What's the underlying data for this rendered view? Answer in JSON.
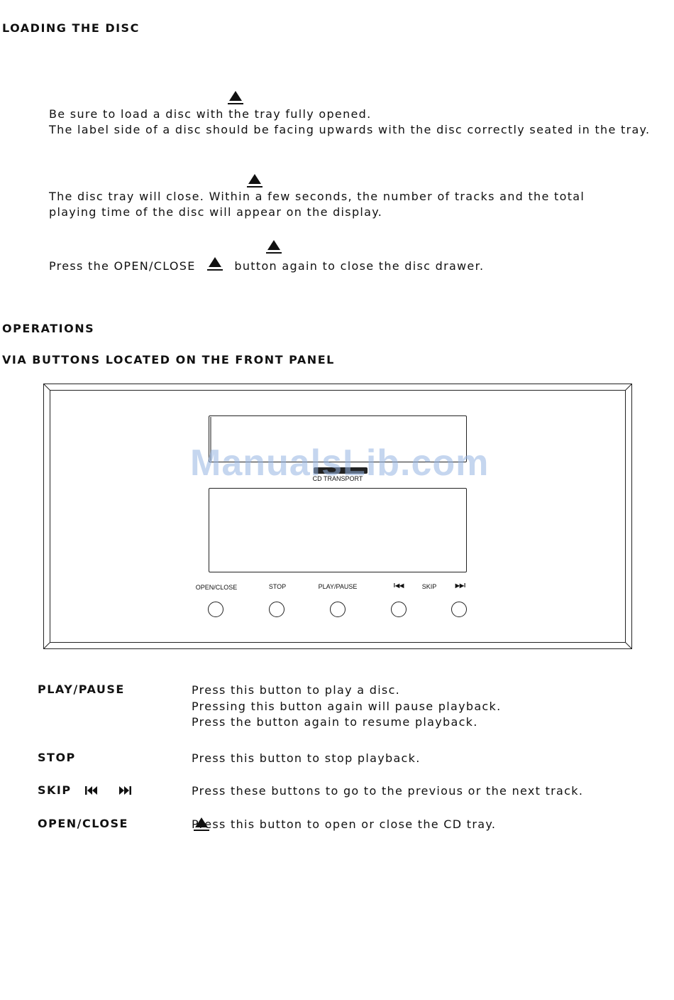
{
  "loading": {
    "heading": "LOADING THE DISC",
    "step1_line1": "Be sure to load a disc with the tray fully opened.",
    "step1_line2": "The label side of a disc should be facing upwards with the disc correctly seated in the tray.",
    "step2": "The disc tray will close. Within a few seconds, the number of tracks and the total playing time of the disc will appear on the display.",
    "step3_before": "Press the OPEN/CLOSE",
    "step3_after": "button again to close the disc drawer."
  },
  "operations": {
    "heading": "OPERATIONS",
    "subheading": "VIA BUTTONS LOCATED ON THE FRONT PANEL"
  },
  "panel": {
    "brand_sub": "CD TRANSPORT",
    "buttons": [
      {
        "label": "OPEN/CLOSE"
      },
      {
        "label": "STOP"
      },
      {
        "label": "PLAY/PAUSE"
      },
      {
        "label": "I◀◀"
      },
      {
        "label": "SKIP"
      },
      {
        "label": "▶▶I"
      }
    ]
  },
  "watermark": "ManualsLib.com",
  "controls": [
    {
      "term": "PLAY/PAUSE",
      "lines": [
        "Press this button to play a disc.",
        "Pressing this button again will pause playback.",
        "Press the button again to resume playback."
      ]
    },
    {
      "term": "STOP",
      "lines": [
        "Press this button to stop playback."
      ]
    },
    {
      "term": "SKIP",
      "lines": [
        "Press these buttons to go to the previous or the next track."
      ]
    },
    {
      "term": "OPEN/CLOSE",
      "lines": [
        "Press this button to open or close the CD tray."
      ]
    }
  ],
  "icons": {
    "eject": "eject-icon",
    "skip_prev": "skip-previous-icon",
    "skip_next": "skip-next-icon"
  }
}
